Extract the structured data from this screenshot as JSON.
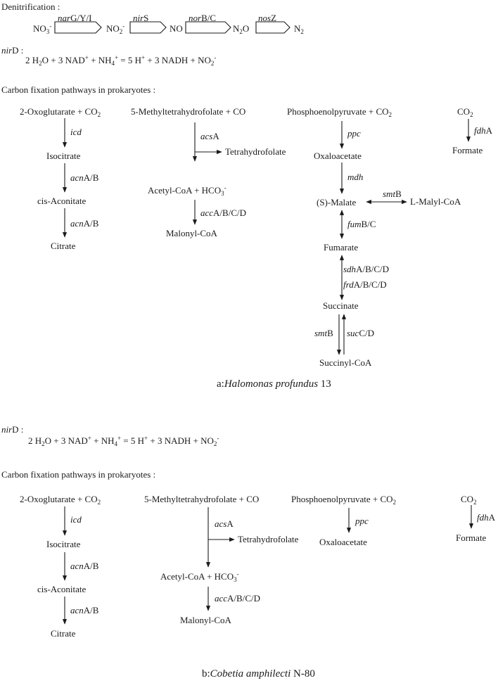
{
  "colors": {
    "ink": "#1a1a1a"
  },
  "a": {
    "denitrification": {
      "label": "Denitrification :",
      "species": {
        "no3": "NO",
        "no3_sub": "3",
        "no3_sup": "-",
        "no2": "NO",
        "no2_sub": "2",
        "no2_sup": "-",
        "no": "NO",
        "n2o_a": "N",
        "n2o_sub": "2",
        "n2o_b": "O",
        "n2": "N",
        "n2_sub": "2"
      },
      "genes": {
        "nar_i": "nar",
        "nar_r": "G/Y/I",
        "nir_i": "nir",
        "nir_r": "S",
        "nor_i": "nor",
        "nor_r": "B/C",
        "nos_i": "nos",
        "nos_r": "Z"
      }
    },
    "nird": {
      "gene_i": "nir",
      "gene_r": "D :",
      "eq": {
        "p1": "2 H",
        "s1": "2",
        "p2": "O + 3 NAD",
        "s2": "+",
        "p3": " + NH",
        "s3": "4",
        "s3b": "+",
        "p4": " = 5 H",
        "s4": "+",
        "p5": " + 3 NADH + NO",
        "s5": "2",
        "s5b": "-"
      }
    },
    "carbon_title": "Carbon fixation pathways in prokaryotes :",
    "c1": {
      "oxo": "2-Oxoglutarate + CO",
      "oxo_sub": "2",
      "icd": "icd",
      "isocitrate": "Isocitrate",
      "acn1_i": "acn",
      "acn1_r": "A/B",
      "cisacon": "cis-Aconitate",
      "acn2_i": "acn",
      "acn2_r": "A/B",
      "citrate": "Citrate"
    },
    "c2": {
      "mthf": "5-Methyltetrahydrofolate + CO",
      "acs_i": "acs",
      "acs_r": "A",
      "thf": "Tetrahydrofolate",
      "acetyl": "Acetyl-CoA + HCO",
      "acetyl_sub": "3",
      "acetyl_sup": "-",
      "acc_i": "acc",
      "acc_r": "A/B/C/D",
      "malonyl": "Malonyl-CoA"
    },
    "c3": {
      "pep": "Phosphoenolpyruvate + CO",
      "pep_sub": "2",
      "ppc": "ppc",
      "oxaloacetate": "Oxaloacetate",
      "mdh": "mdh",
      "malate": "(S)-Malate",
      "smt1_i": "smt",
      "smt1_r": "B",
      "malylcoa": "L-Malyl-CoA",
      "fum_i": "fum",
      "fum_r": "B/C",
      "fumarate": "Fumarate",
      "sdh_i": "sdh",
      "sdh_r": "A/B/C/D",
      "frd_i": "frd",
      "frd_r": "A/B/C/D",
      "succinate": "Succinate",
      "smt2_i": "smt",
      "smt2_r": "B",
      "suc_i": "suc",
      "suc_r": "C/D",
      "succinylcoa": "Succinyl-CoA"
    },
    "c4": {
      "co2": "CO",
      "co2_sub": "2",
      "fdh_i": "fdh",
      "fdh_r": "A",
      "formate": "Formate"
    },
    "caption": {
      "prefix": "a:",
      "species": "Halomonas profundus",
      "strain": " 13"
    }
  },
  "b": {
    "nird": {
      "gene_i": "nir",
      "gene_r": "D :",
      "eq": {
        "p1": "2 H",
        "s1": "2",
        "p2": "O + 3 NAD",
        "s2": "+",
        "p3": " + NH",
        "s3": "4",
        "s3b": "+",
        "p4": " = 5 H",
        "s4": "+",
        "p5": " + 3 NADH + NO",
        "s5": "2",
        "s5b": "-"
      }
    },
    "carbon_title": "Carbon fixation pathways in prokaryotes :",
    "c1": {
      "oxo": "2-Oxoglutarate + CO",
      "oxo_sub": "2",
      "icd": "icd",
      "isocitrate": "Isocitrate",
      "acn1_i": "acn",
      "acn1_r": "A/B",
      "cisacon": "cis-Aconitate",
      "acn2_i": "acn",
      "acn2_r": "A/B",
      "citrate": "Citrate"
    },
    "c2": {
      "mthf": "5-Methyltetrahydrofolate + CO",
      "acs_i": "acs",
      "acs_r": "A",
      "thf": "Tetrahydrofolate",
      "acetyl": "Acetyl-CoA + HCO",
      "acetyl_sub": "3",
      "acetyl_sup": "-",
      "acc_i": "acc",
      "acc_r": "A/B/C/D",
      "malonyl": "Malonyl-CoA"
    },
    "c3": {
      "pep": "Phosphoenolpyruvate + CO",
      "pep_sub": "2",
      "ppc": "ppc",
      "oxaloacetate": "Oxaloacetate"
    },
    "c4": {
      "co2": "CO",
      "co2_sub": "2",
      "fdh_i": "fdh",
      "fdh_r": "A",
      "formate": "Formate"
    },
    "caption": {
      "prefix": "b:",
      "species": "Cobetia amphilecti",
      "strain": " N-80"
    }
  }
}
